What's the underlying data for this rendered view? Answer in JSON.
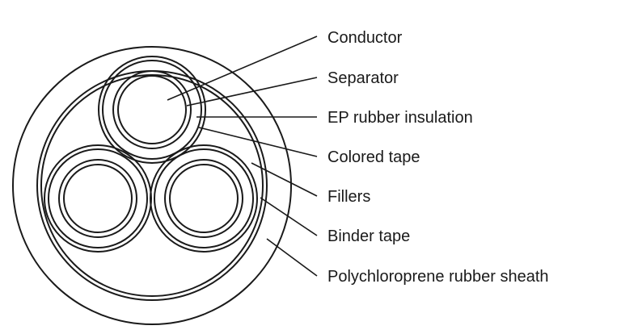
{
  "diagram": {
    "labels": {
      "conductor": "Conductor",
      "separator": "Separator",
      "ep_insulation": "EP rubber insulation",
      "colored_tape": "Colored tape",
      "fillers": "Fillers",
      "binder_tape": "Binder tape",
      "sheath": "Polychloroprene rubber sheath"
    }
  }
}
